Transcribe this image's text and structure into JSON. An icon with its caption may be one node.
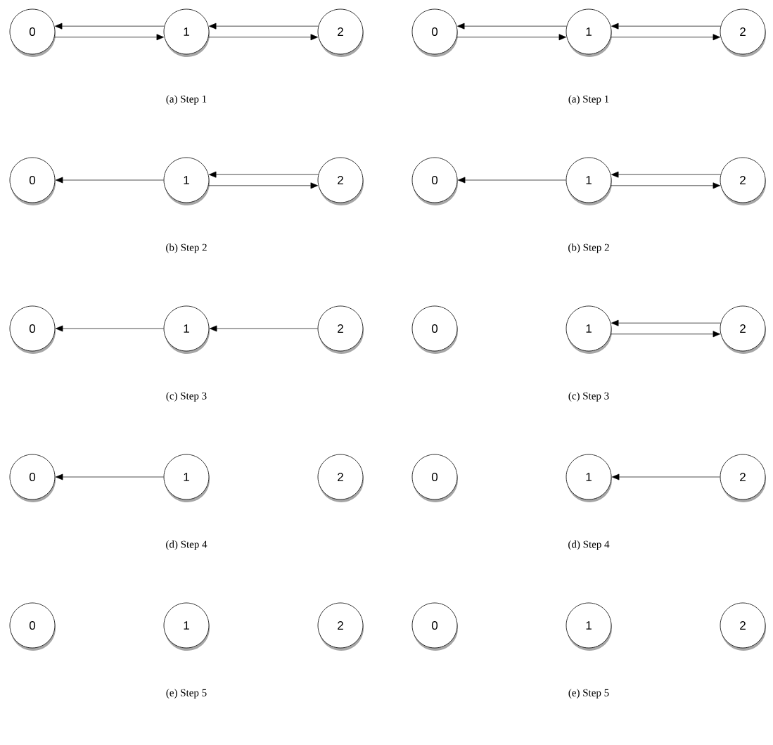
{
  "diagram": {
    "nodes": [
      {
        "text": [
          "0"
        ]
      },
      {
        "text": [
          "1"
        ]
      },
      {
        "text": [
          "2"
        ]
      },
      {
        "text": [
          "0"
        ]
      },
      {
        "text": [
          "1"
        ]
      },
      {
        "text": [
          "2"
        ]
      },
      {
        "text": [
          "0"
        ]
      },
      {
        "text": [
          "1"
        ]
      },
      {
        "text": [
          "2"
        ]
      },
      {
        "text": [
          "0"
        ]
      },
      {
        "text": [
          "1"
        ]
      },
      {
        "text": [
          "2"
        ]
      },
      {
        "text": [
          "0"
        ]
      },
      {
        "text": [
          "1"
        ]
      },
      {
        "text": [
          "2"
        ]
      },
      {
        "text": [
          "0"
        ]
      },
      {
        "text": [
          "1"
        ]
      },
      {
        "text": [
          "2"
        ]
      },
      {
        "text": [
          "0"
        ]
      },
      {
        "text": [
          "1"
        ]
      },
      {
        "text": [
          "2"
        ]
      },
      {
        "text": [
          "0"
        ]
      },
      {
        "text": [
          "1"
        ]
      },
      {
        "text": [
          "2"
        ]
      },
      {
        "text": [
          "0"
        ]
      },
      {
        "text": [
          "1"
        ]
      },
      {
        "text": [
          "2"
        ]
      },
      {
        "text": [
          "0"
        ]
      },
      {
        "text": [
          "1"
        ]
      },
      {
        "text": [
          "2"
        ]
      }
    ],
    "edges": [
      {
        "from": 1,
        "to": 0,
        "arrow": "to"
      },
      {
        "from": 0,
        "to": 1,
        "arrow": "to"
      },
      {
        "from": 2,
        "to": 1,
        "arrow": "to"
      },
      {
        "from": 1,
        "to": 2,
        "arrow": "to"
      },
      {
        "from": 4,
        "to": 3,
        "arrow": "to"
      },
      {
        "from": 3,
        "to": 4,
        "arrow": "to"
      },
      {
        "from": 5,
        "to": 4,
        "arrow": "to"
      },
      {
        "from": 4,
        "to": 5,
        "arrow": "to"
      },
      {
        "from": 7,
        "to": 6,
        "arrow": "to"
      },
      {
        "from": 8,
        "to": 7,
        "arrow": "to"
      },
      {
        "from": 7,
        "to": 8,
        "arrow": "to"
      },
      {
        "from": 10,
        "to": 9,
        "arrow": "to"
      },
      {
        "from": 11,
        "to": 10,
        "arrow": "to"
      },
      {
        "from": 10,
        "to": 11,
        "arrow": "to"
      },
      {
        "from": 13,
        "to": 12,
        "arrow": "to"
      },
      {
        "from": 14,
        "to": 13,
        "arrow": "to"
      },
      {
        "from": 17,
        "to": 16,
        "arrow": "to"
      },
      {
        "from": 16,
        "to": 17,
        "arrow": "to"
      },
      {
        "from": 19,
        "to": 18,
        "arrow": "to"
      },
      {
        "from": 23,
        "to": 22,
        "arrow": "to"
      }
    ],
    "labels": [
      "(a) Step 1",
      "(a) Step 1",
      "(b) Step 2",
      "(b) Step 2",
      "(c) Step 3",
      "(c) Step 3",
      "(d) Step 4",
      "(d) Step 4",
      "(e) Step 5",
      "(e) Step 5"
    ]
  }
}
